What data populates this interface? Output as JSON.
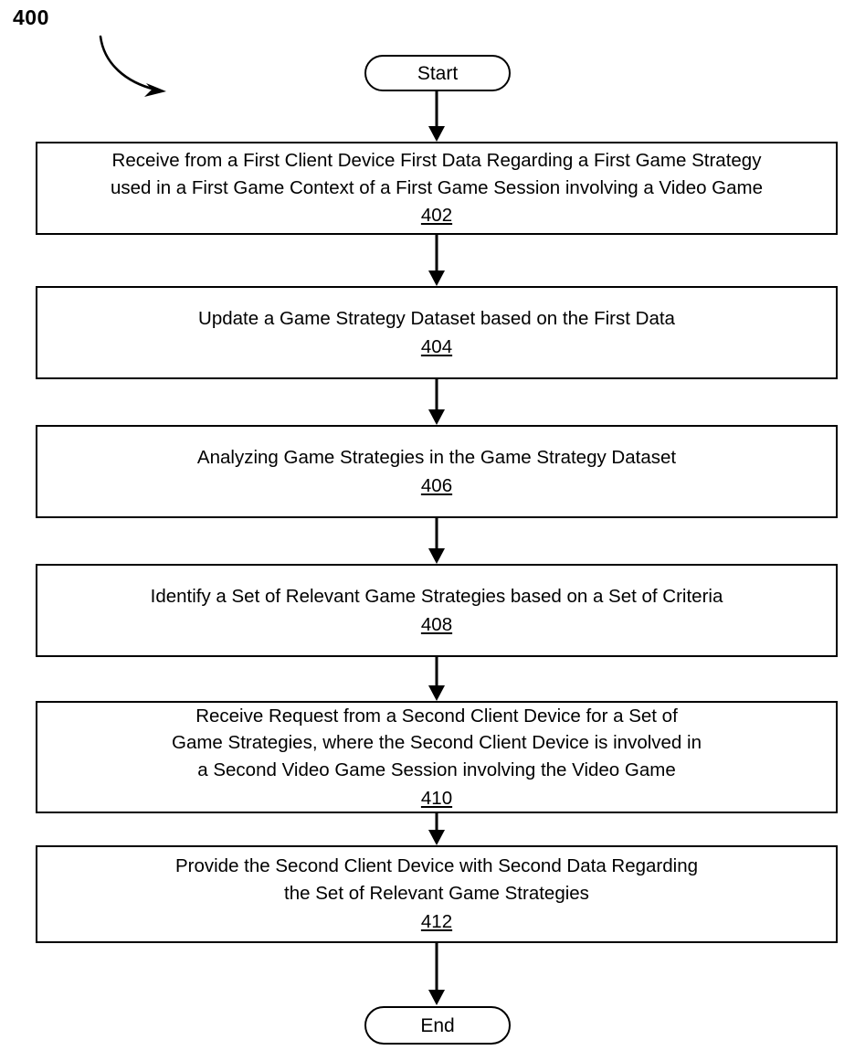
{
  "figure": {
    "number": "400",
    "pointer_icon": "curved-arrow-icon"
  },
  "nodes": {
    "start": {
      "label": "Start"
    },
    "end": {
      "label": "End"
    }
  },
  "steps": [
    {
      "id": "402",
      "text": "Receive from a First Client Device First Data Regarding a First Game Strategy\nused in a First Game Context of a First Game Session involving a Video Game",
      "ref": "402"
    },
    {
      "id": "404",
      "text": "Update a Game Strategy Dataset based on the First Data",
      "ref": "404"
    },
    {
      "id": "406",
      "text": "Analyzing Game Strategies in the Game Strategy Dataset",
      "ref": "406"
    },
    {
      "id": "408",
      "text": "Identify a Set of Relevant Game Strategies based on a Set of Criteria",
      "ref": "408"
    },
    {
      "id": "410",
      "text": "Receive Request from a Second Client Device for a Set of\nGame Strategies, where the Second Client Device is involved in\na Second Video Game Session involving the Video Game",
      "ref": "410"
    },
    {
      "id": "412",
      "text": "Provide the Second Client Device with Second Data Regarding\nthe Set of Relevant Game Strategies",
      "ref": "412"
    }
  ],
  "colors": {
    "stroke": "#000000",
    "background": "#ffffff",
    "text": "#000000"
  },
  "chart_data": {
    "type": "diagram",
    "title": "400",
    "orientation": "vertical",
    "node_sequence": [
      "Start",
      "402",
      "404",
      "406",
      "408",
      "410",
      "412",
      "End"
    ],
    "edges": [
      {
        "from": "Start",
        "to": "402"
      },
      {
        "from": "402",
        "to": "404"
      },
      {
        "from": "404",
        "to": "406"
      },
      {
        "from": "406",
        "to": "408"
      },
      {
        "from": "408",
        "to": "410"
      },
      {
        "from": "410",
        "to": "412"
      },
      {
        "from": "412",
        "to": "End"
      }
    ]
  }
}
